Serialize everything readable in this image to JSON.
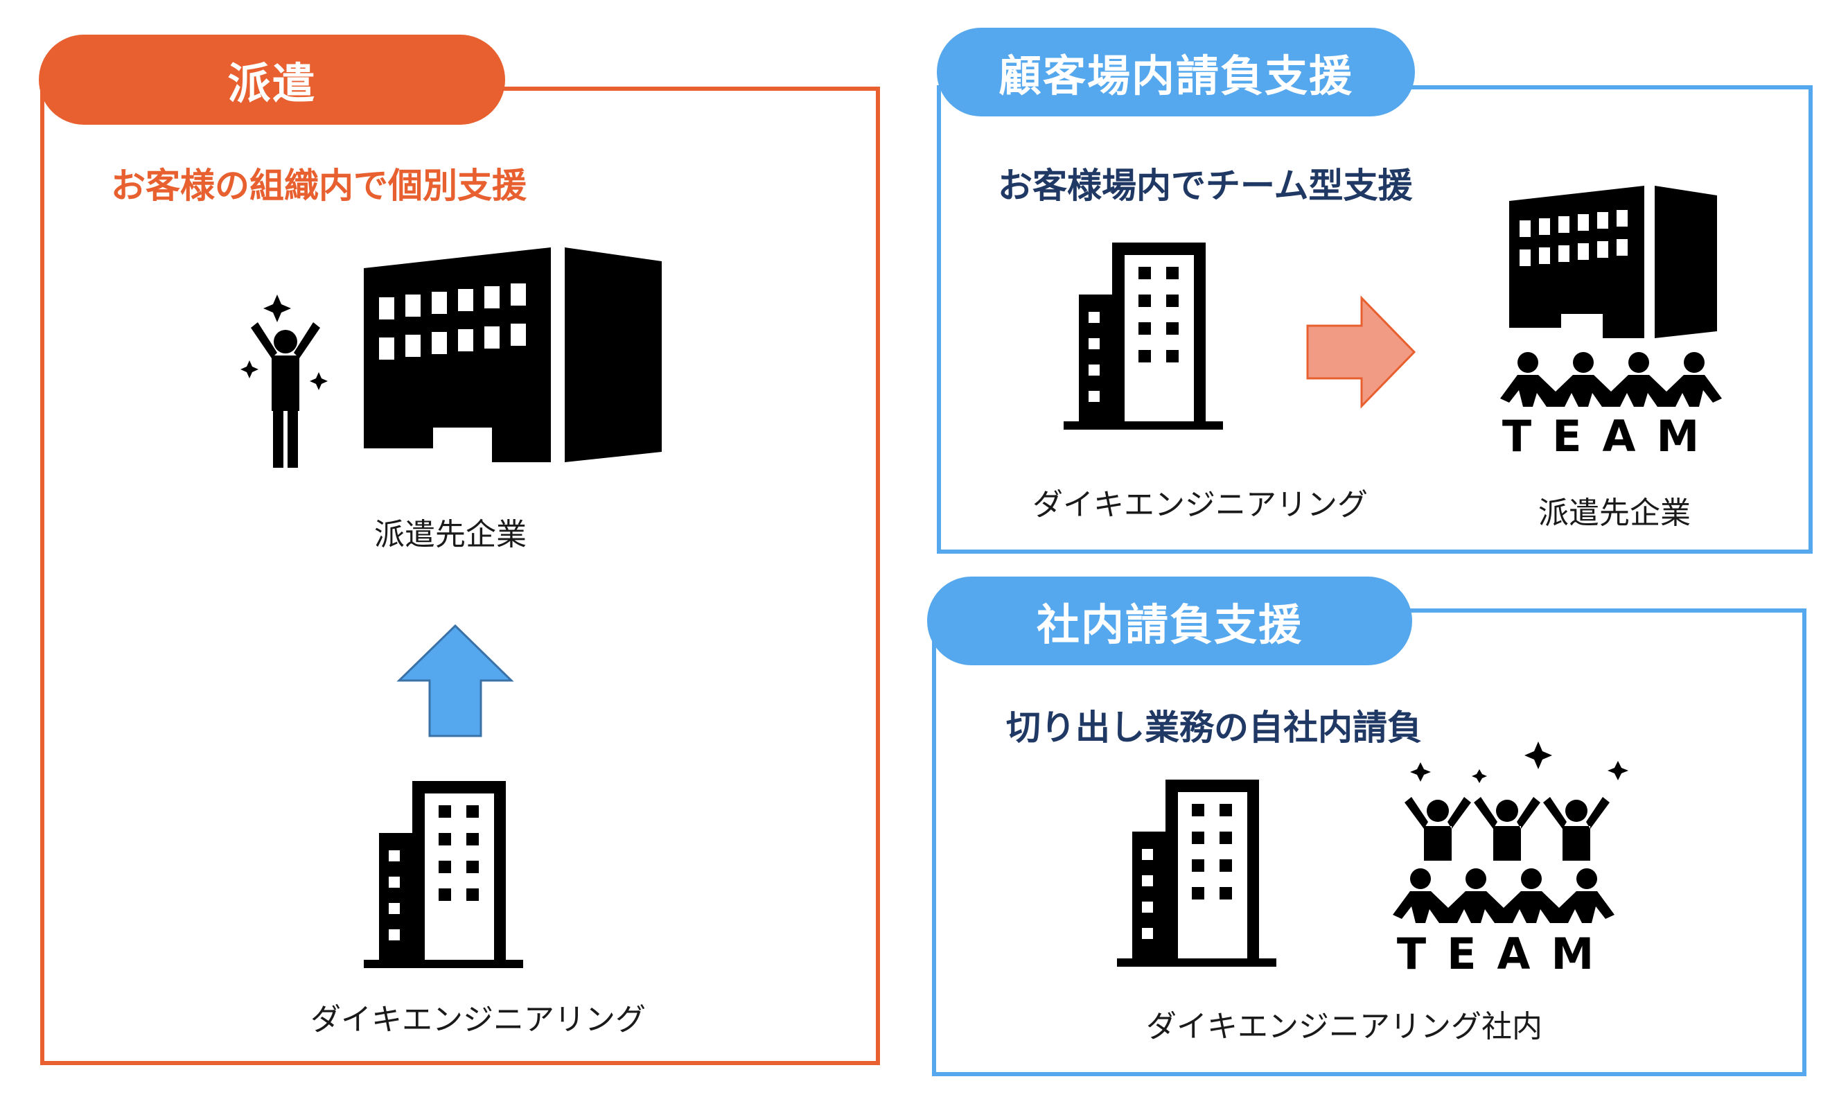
{
  "colors": {
    "orange": "#e8602f",
    "blue": "#56a8ee",
    "navy": "#1f3864",
    "arrow_blue": "#56a8ee",
    "arrow_salmon": "#f19a84",
    "icon": "#000000"
  },
  "panels": {
    "dispatch": {
      "title": "派遣",
      "subtitle": "お客様の組織内で個別支援",
      "client_label": "派遣先企業",
      "company_label": "ダイキエンジニアリング"
    },
    "onsite": {
      "title": "顧客場内請負支援",
      "subtitle": "お客様場内でチーム型支援",
      "company_label": "ダイキエンジニアリング",
      "client_label": "派遣先企業",
      "team_text": "TEAM"
    },
    "inhouse": {
      "title": "社内請負支援",
      "subtitle": "切り出し業務の自社内請負",
      "company_label": "ダイキエンジニアリング社内",
      "team_text": "TEAM"
    }
  }
}
